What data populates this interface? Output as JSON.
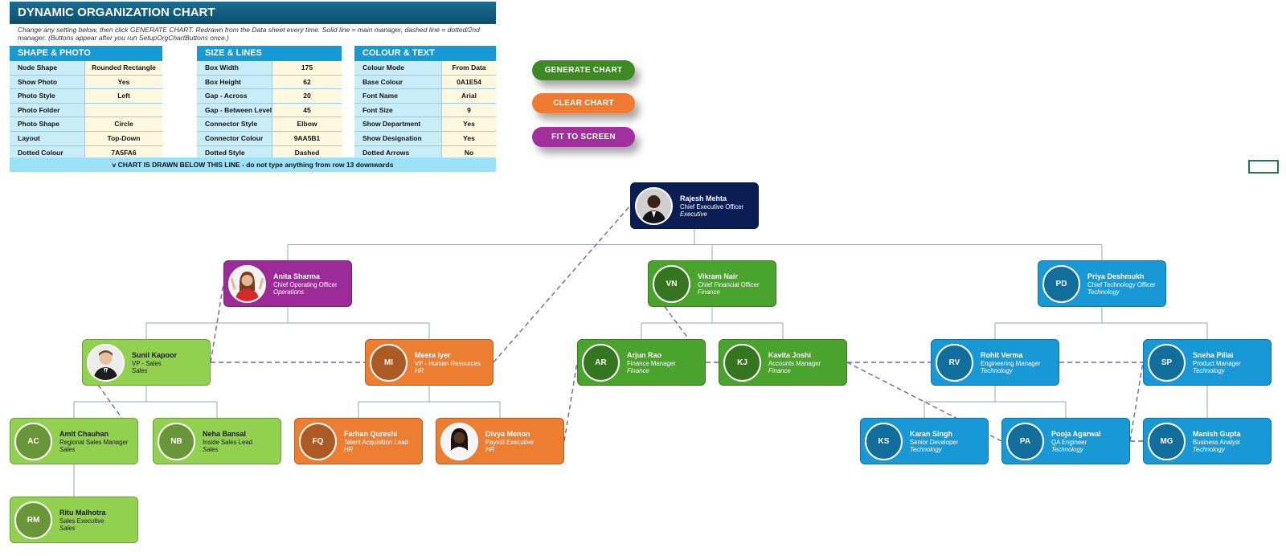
{
  "header": {
    "title": "DYNAMIC ORGANIZATION CHART",
    "subtitle": "Change any setting below, then click GENERATE CHART. Redrawn from the Data sheet every time. Solid line = main manager, dashed line = dotted/2nd manager. (Buttons appear after you run SetupOrgChartButtons once.)"
  },
  "panels": [
    {
      "title": "SHAPE & PHOTO",
      "rows": [
        {
          "label": "Node Shape",
          "value": "Rounded Rectangle"
        },
        {
          "label": "Show Photo",
          "value": "Yes"
        },
        {
          "label": "Photo Style",
          "value": "Left"
        },
        {
          "label": "Photo Folder",
          "value": ""
        },
        {
          "label": "Photo Shape",
          "value": "Circle"
        },
        {
          "label": "Layout",
          "value": "Top-Down"
        },
        {
          "label": "Dotted Colour",
          "value": "7A5FA6"
        }
      ]
    },
    {
      "title": "SIZE & LINES",
      "rows": [
        {
          "label": "Box Width",
          "value": "175"
        },
        {
          "label": "Box Height",
          "value": "62"
        },
        {
          "label": "Gap - Across",
          "value": "20"
        },
        {
          "label": "Gap - Between Levels",
          "value": "45"
        },
        {
          "label": "Connector Style",
          "value": "Elbow"
        },
        {
          "label": "Connector Colour",
          "value": "9AA5B1"
        },
        {
          "label": "Dotted Style",
          "value": "Dashed"
        }
      ]
    },
    {
      "title": "COLOUR & TEXT",
      "rows": [
        {
          "label": "Colour Mode",
          "value": "From Data"
        },
        {
          "label": "Base Colour",
          "value": "0A1E54"
        },
        {
          "label": "Font Name",
          "value": "Arial"
        },
        {
          "label": "Font Size",
          "value": "9"
        },
        {
          "label": "Show Department",
          "value": "Yes"
        },
        {
          "label": "Show Designation",
          "value": "Yes"
        },
        {
          "label": "Dotted Arrows",
          "value": "No"
        }
      ]
    }
  ],
  "banner": "v  CHART IS DRAWN BELOW THIS LINE  -  do not type anything from row 13 downwards",
  "buttons": [
    {
      "label": "GENERATE CHART",
      "color": "#3d8a24"
    },
    {
      "label": "CLEAR CHART",
      "color": "#ef7a30"
    },
    {
      "label": "FIT TO SCREEN",
      "color": "#a0309c"
    }
  ],
  "colors": {
    "connector": "#9AA5B1",
    "dotted": "#7A5FA6",
    "executive": "#0a1e54",
    "operations": "#9b2b96",
    "finance": "#4aa32d",
    "technology": "#1898d5",
    "sales": "#92d050",
    "hr": "#ed7d31"
  },
  "people": [
    {
      "id": "rajesh",
      "name": "Rajesh Mehta",
      "title": "Chief Executive Officer",
      "dept": "Executive",
      "initials": "",
      "photo": "man-dark",
      "color": "#0a1e54"
    },
    {
      "id": "anita",
      "name": "Anita Sharma",
      "title": "Chief Operating Officer",
      "dept": "Operations",
      "initials": "",
      "photo": "woman-red",
      "color": "#9b2b96"
    },
    {
      "id": "vikram",
      "name": "Vikram Nair",
      "title": "Chief Financial Officer",
      "dept": "Finance",
      "initials": "VN",
      "photo": "",
      "color": "#4aa32d"
    },
    {
      "id": "priya",
      "name": "Priya Deshmukh",
      "title": "Chief Technology Officer",
      "dept": "Technology",
      "initials": "PD",
      "photo": "",
      "color": "#1898d5"
    },
    {
      "id": "sunil",
      "name": "Sunil Kapoor",
      "title": "VP - Sales",
      "dept": "Sales",
      "initials": "",
      "photo": "man-light",
      "color": "#92d050"
    },
    {
      "id": "meera",
      "name": "Meera Iyer",
      "title": "VP - Human Resources",
      "dept": "HR",
      "initials": "MI",
      "photo": "",
      "color": "#ed7d31"
    },
    {
      "id": "arjun",
      "name": "Arjun Rao",
      "title": "Finance Manager",
      "dept": "Finance",
      "initials": "AR",
      "photo": "",
      "color": "#4aa32d"
    },
    {
      "id": "kavita",
      "name": "Kavita Joshi",
      "title": "Accounts Manager",
      "dept": "Finance",
      "initials": "KJ",
      "photo": "",
      "color": "#4aa32d"
    },
    {
      "id": "rohit",
      "name": "Rohit Verma",
      "title": "Engineering Manager",
      "dept": "Technology",
      "initials": "RV",
      "photo": "",
      "color": "#1898d5"
    },
    {
      "id": "sneha",
      "name": "Sneha Pillai",
      "title": "Product Manager",
      "dept": "Technology",
      "initials": "SP",
      "photo": "",
      "color": "#1898d5"
    },
    {
      "id": "amit",
      "name": "Amit Chauhan",
      "title": "Regional Sales Manager",
      "dept": "Sales",
      "initials": "AC",
      "photo": "",
      "color": "#92d050"
    },
    {
      "id": "neha",
      "name": "Neha Bansal",
      "title": "Inside Sales Lead",
      "dept": "Sales",
      "initials": "NB",
      "photo": "",
      "color": "#92d050"
    },
    {
      "id": "farhan",
      "name": "Farhan Qureshi",
      "title": "Talent Acquisition Lead",
      "dept": "HR",
      "initials": "FQ",
      "photo": "",
      "color": "#ed7d31"
    },
    {
      "id": "divya",
      "name": "Divya Menon",
      "title": "Payroll Executive",
      "dept": "HR",
      "initials": "",
      "photo": "woman-dark",
      "color": "#ed7d31"
    },
    {
      "id": "karan",
      "name": "Karan Singh",
      "title": "Senior Developer",
      "dept": "Technology",
      "initials": "KS",
      "photo": "",
      "color": "#1898d5"
    },
    {
      "id": "pooja",
      "name": "Pooja Agarwal",
      "title": "QA Engineer",
      "dept": "Technology",
      "initials": "PA",
      "photo": "",
      "color": "#1898d5"
    },
    {
      "id": "manish",
      "name": "Manish Gupta",
      "title": "Business Analyst",
      "dept": "Technology",
      "initials": "MG",
      "photo": "",
      "color": "#1898d5"
    },
    {
      "id": "ritu",
      "name": "Ritu Malhotra",
      "title": "Sales Executive",
      "dept": "Sales",
      "initials": "RM",
      "photo": "",
      "color": "#92d050"
    }
  ],
  "reporting": [
    {
      "manager": "rajesh",
      "reports": [
        "anita",
        "vikram",
        "priya"
      ]
    },
    {
      "manager": "anita",
      "reports": [
        "sunil",
        "meera"
      ]
    },
    {
      "manager": "vikram",
      "reports": [
        "arjun",
        "kavita"
      ]
    },
    {
      "manager": "priya",
      "reports": [
        "rohit",
        "sneha"
      ]
    },
    {
      "manager": "sunil",
      "reports": [
        "amit",
        "neha"
      ]
    },
    {
      "manager": "meera",
      "reports": [
        "farhan",
        "divya"
      ]
    },
    {
      "manager": "rohit",
      "reports": [
        "karan",
        "pooja"
      ]
    },
    {
      "manager": "sneha",
      "reports": [
        "manish"
      ]
    },
    {
      "manager": "amit",
      "reports": [
        "ritu"
      ]
    }
  ],
  "dotted_links": [
    [
      "meera",
      "rajesh"
    ],
    [
      "sunil",
      "anita"
    ],
    [
      "amit",
      "sunil"
    ],
    [
      "arjun",
      "vikram"
    ],
    [
      "divya",
      "arjun"
    ],
    [
      "sunil",
      "meera"
    ],
    [
      "arjun",
      "kavita"
    ],
    [
      "kavita",
      "rohit"
    ],
    [
      "rohit",
      "sneha"
    ],
    [
      "kavita",
      "pooja"
    ],
    [
      "pooja",
      "sneha"
    ],
    [
      "manish",
      "pooja"
    ]
  ]
}
